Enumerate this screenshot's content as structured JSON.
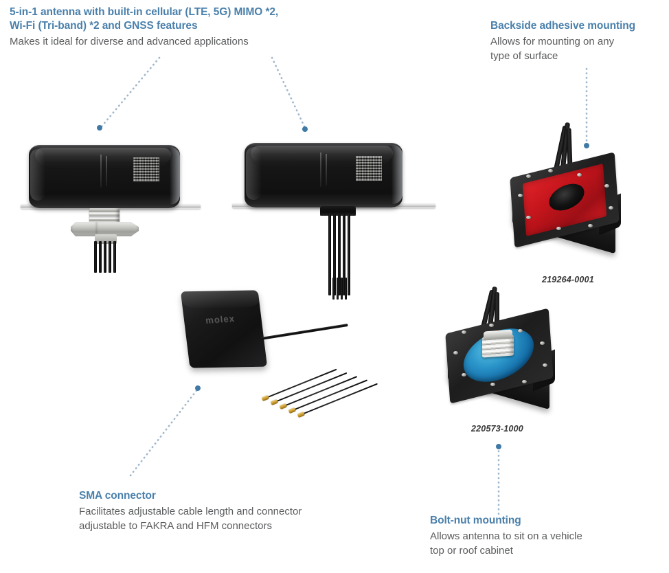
{
  "colors": {
    "heading_blue": "#4a80ab",
    "body_gray": "#5b5c5e",
    "leader_dot": "#3f7aa6",
    "adhesive_pad_red": "#c2141b",
    "bolt_gasket_blue": "#2a94c9",
    "housing_black": "#141414",
    "sma_tip_gold": "#c99a2e",
    "background": "#ffffff"
  },
  "callouts": {
    "main": {
      "title": "5-in-1 antenna with built-in cellular (LTE, 5G) MIMO *2,\nWi-Fi (Tri-band) *2 and GNSS features",
      "body": "Makes it ideal for diverse and advanced applications"
    },
    "adhesive": {
      "title": "Backside adhesive mounting",
      "body": "Allows for mounting on any\ntype of surface"
    },
    "sma": {
      "title": "SMA connector",
      "body": "Facilitates adjustable cable length and connector\nadjustable to FAKRA and HFM connectors"
    },
    "bolt": {
      "title": "Bolt-nut mounting",
      "body": "Allows antenna to sit on a vehicle\ntop or roof cabinet"
    }
  },
  "part_numbers": {
    "adhesive": "219264-0001",
    "bolt": "220573-1000"
  },
  "products": {
    "antenna_bolt_mount": {
      "name": "roof-mount antenna with bolt-nut base",
      "brand_mark": ""
    },
    "antenna_cable_mount": {
      "name": "roof-mount antenna with cable bundle"
    },
    "sma_antenna": {
      "name": "low-profile antenna with SMA pigtails",
      "brand_mark": "molex",
      "pigtail_count": 5
    },
    "adhesive_mount": {
      "name": "adhesive mount base with red pad"
    },
    "bolt_mount": {
      "name": "bolt-nut mount base with blue gasket"
    }
  }
}
